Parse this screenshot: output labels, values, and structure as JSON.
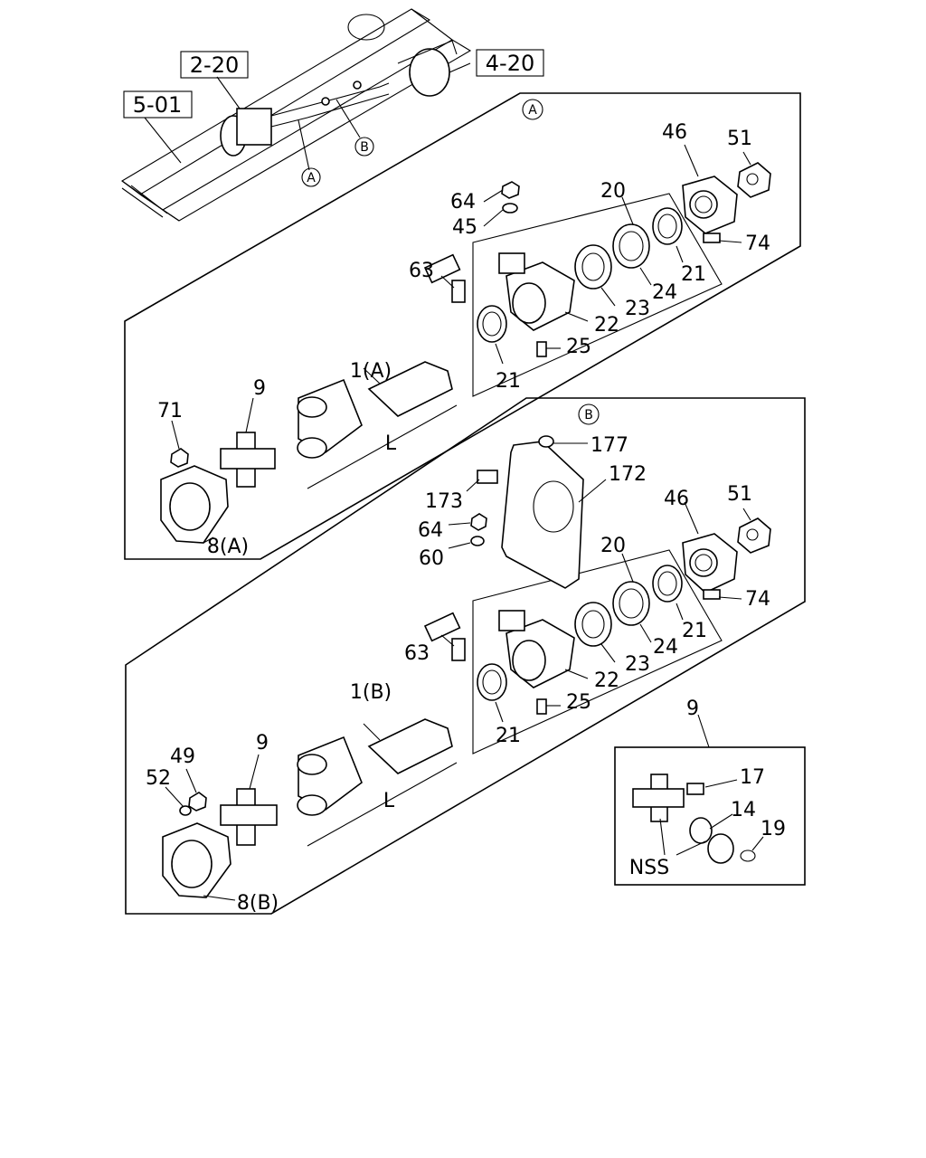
{
  "refs": {
    "frame": "5-01",
    "engine": "2-20",
    "axle": "4-20"
  },
  "markers": {
    "a": "A",
    "b": "B"
  },
  "panel_a": {
    "labels": {
      "p46": "46",
      "p51": "51",
      "p64": "64",
      "p45": "45",
      "p20": "20",
      "p74": "74",
      "p63": "63",
      "p21a": "21",
      "p24": "24",
      "p23": "23",
      "p22": "22",
      "p25": "25",
      "p21b": "21",
      "p1": "1(A)",
      "p9": "9",
      "p71": "71",
      "pL": "L",
      "p8": "8(A)"
    }
  },
  "panel_b": {
    "labels": {
      "p177": "177",
      "p172": "172",
      "p173": "173",
      "p64": "64",
      "p60": "60",
      "p46": "46",
      "p51": "51",
      "p20": "20",
      "p74": "74",
      "p63": "63",
      "p21a": "21",
      "p24": "24",
      "p23": "23",
      "p22": "22",
      "p25": "25",
      "p21b": "21",
      "p1": "1(B)",
      "p9": "9",
      "p49": "49",
      "p52": "52",
      "pL": "L",
      "p8": "8(B)"
    }
  },
  "inset": {
    "labels": {
      "p9": "9",
      "p17": "17",
      "p14": "14",
      "p19": "19",
      "nss": "NSS"
    }
  }
}
